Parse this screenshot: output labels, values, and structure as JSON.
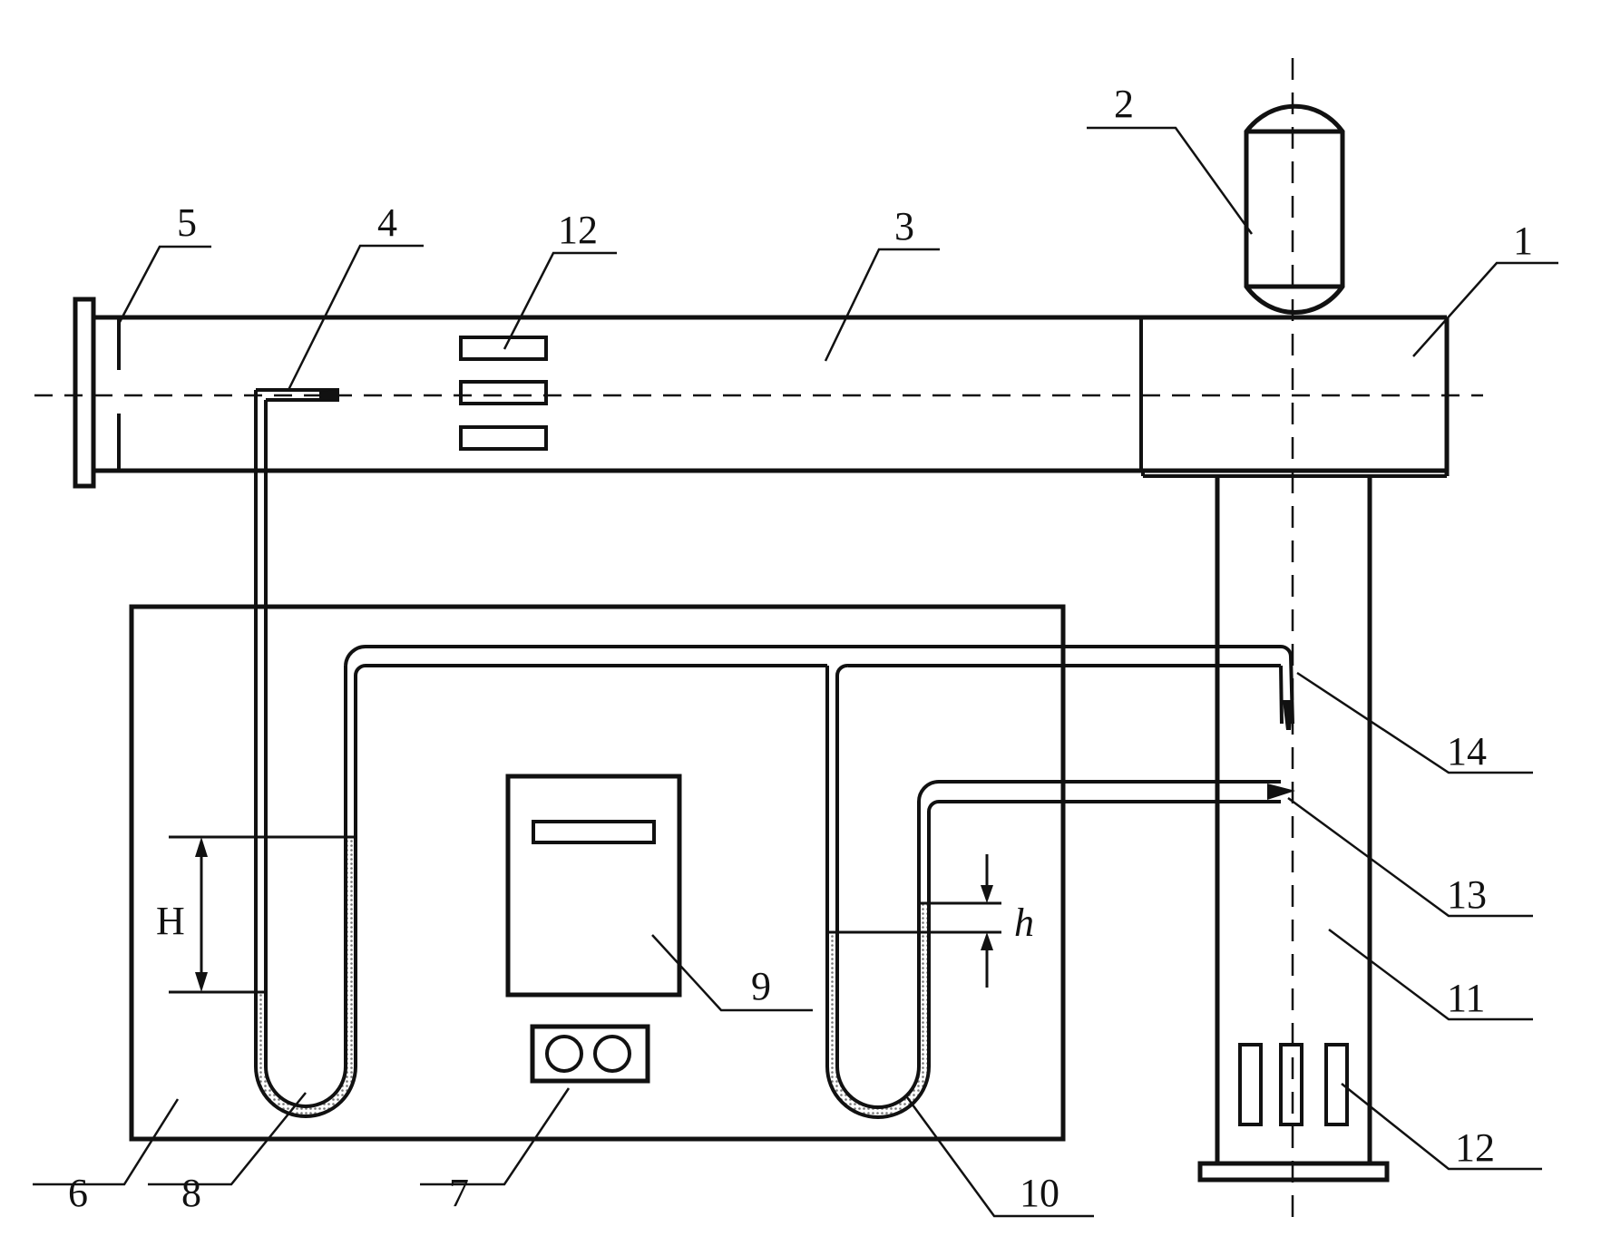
{
  "diagram": {
    "part_labels": {
      "p1": "1",
      "p2": "2",
      "p3": "3",
      "p4": "4",
      "p5": "5",
      "p6": "6",
      "p7": "7",
      "p8": "8",
      "p9": "9",
      "p10": "10",
      "p11": "11",
      "p12_top": "12",
      "p12_bottom": "12",
      "p13": "13",
      "p14": "14"
    },
    "dimension_labels": {
      "H": "H",
      "h": "h"
    },
    "colors": {
      "line": "#111111",
      "liquid": "#c8c8c8"
    }
  }
}
